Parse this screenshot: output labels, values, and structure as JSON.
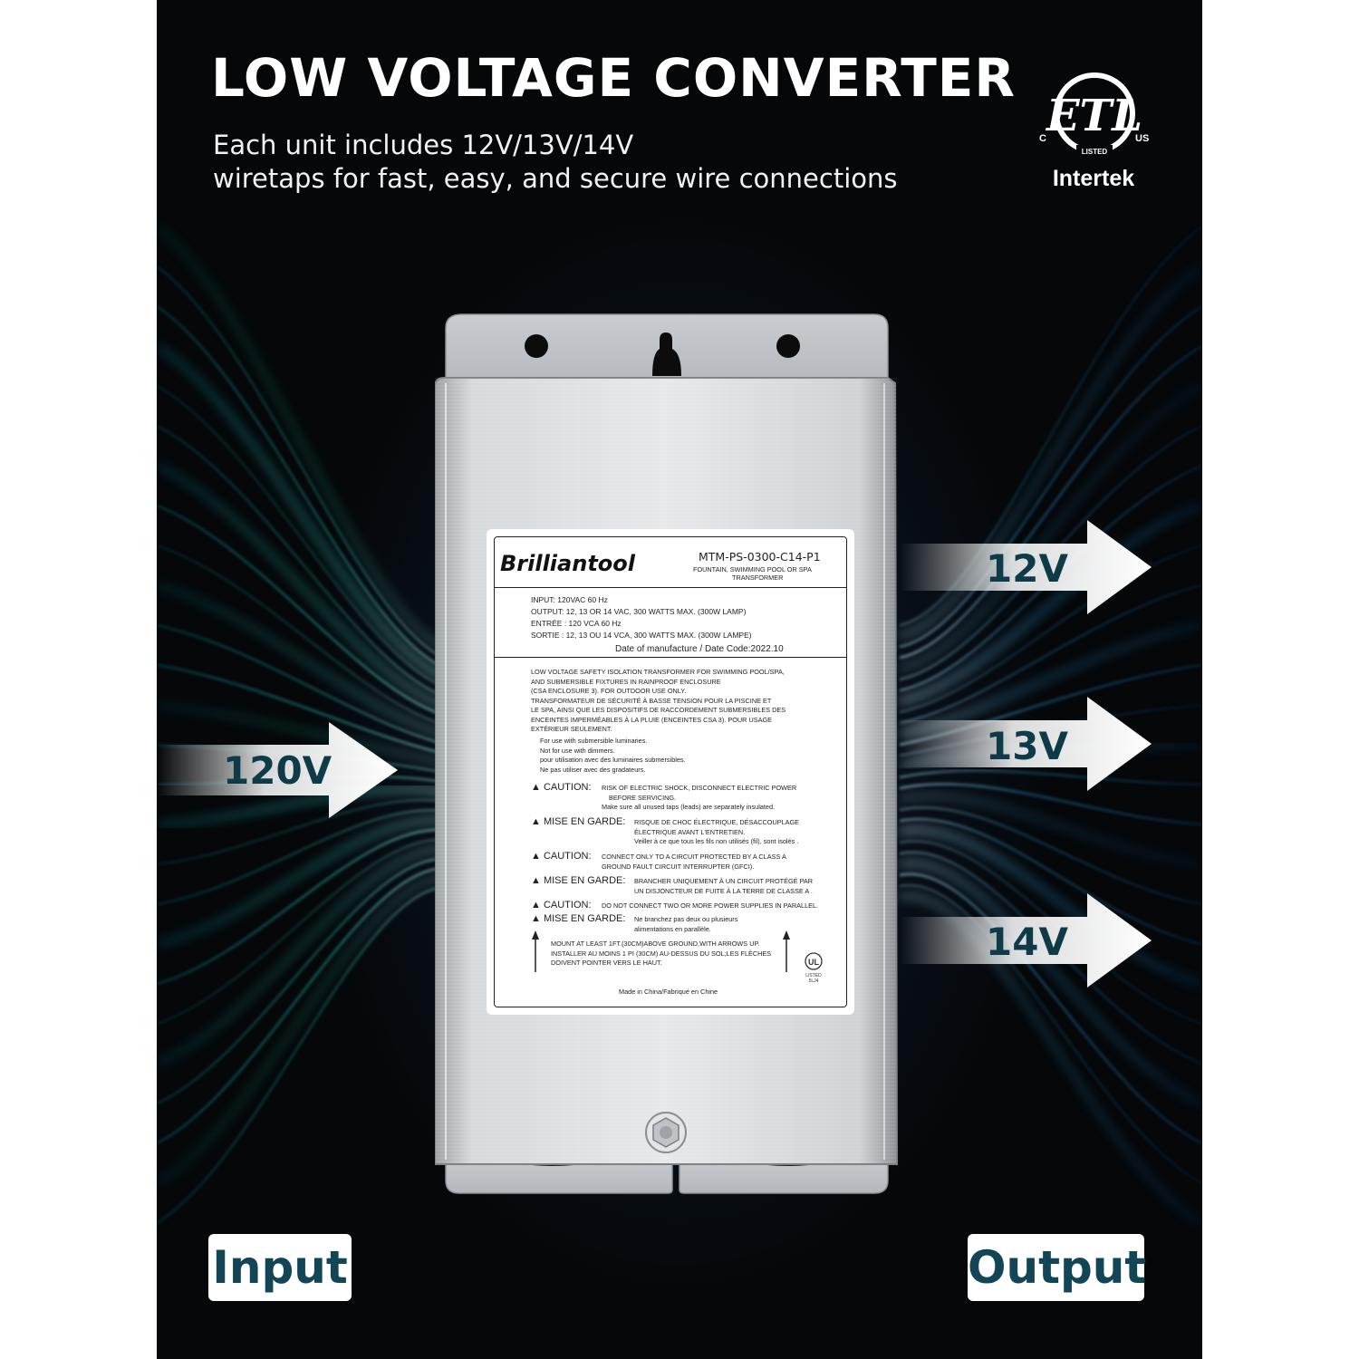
{
  "page": {
    "title": "LOW VOLTAGE CONVERTER",
    "subtitle_line1": "Each unit includes 12V/13V/14V",
    "subtitle_line2": "wiretaps for fast, easy, and secure wire connections"
  },
  "certification": {
    "mark": "ETL",
    "left_mark": "C",
    "right_mark": "US",
    "listed": "LISTED",
    "name": "Intertek"
  },
  "input": {
    "voltage": "120V",
    "label": "Input"
  },
  "outputs": [
    {
      "voltage": "12V"
    },
    {
      "voltage": "13V"
    },
    {
      "voltage": "14V"
    }
  ],
  "output_label": "Output",
  "colors": {
    "background": "#05080b",
    "streak": "#1bb3a8",
    "arrow": "#ffffff",
    "text_dark": "#124556"
  },
  "product_label": {
    "brand": "Brilliantool",
    "model": "MTM-PS-0300-C14-P1",
    "description_line1": "FOUNTAIN, SWIMMING POOL OR SPA",
    "description_line2": "TRANSFORMER",
    "specs": [
      "INPUT: 120VAC 60 Hz",
      "OUTPUT: 12, 13 OR 14 VAC, 300 WATTS MAX.  (300W LAMP)",
      "ENTRÉE : 120 VCA 60 Hz",
      "SORTIE : 12, 13 OU 14 VCA, 300 WATTS MAX. (300W LAMPE)"
    ],
    "date_code": "Date of manufacture / Date Code:2022.10",
    "notice": [
      "LOW VOLTAGE SAFETY ISOLATION TRANSFORMER FOR SWIMMING POOL/SPA,",
      "AND SUBMERSIBLE FIXTURES IN RAINPROOF ENCLOSURE",
      "(CSA ENCLOSURE 3). FOR OUTDOOR USE ONLY.",
      "TRANSFORMATEUR DE SÉCURITÉ À BASSE TENSION POUR LA PISCINE ET",
      "LE SPA, AINSI QUE LES DISPOSITIFS DE RACCORDEMENT SUBMERSIBLES DES",
      "ENCEINTES IMPERMÉABLES À LA PLUIE (ENCEINTES CSA 3). POUR USAGE",
      "EXTÉRIEUR SEULEMENT."
    ],
    "usage": [
      "For use with submersible luminaries.",
      "Not for use with dimmers.",
      "pour utilisation avec des luminaires submersibles.",
      "Ne pas utiliser avec des gradateurs."
    ],
    "warnings": [
      {
        "heading": "▲ CAUTION:",
        "lines": [
          "RISK OF ELECTRIC SHOCK, DISCONNECT ELECTRIC POWER",
          "BEFORE SERVICING.",
          "Make sure all unused taps (leads) are separately insulated."
        ]
      },
      {
        "heading": "▲ MISE EN GARDE:",
        "lines": [
          "RISQUE DE CHOC ÉLECTRIQUE, DÉSACCOUPLAGE",
          "ÉLECTRIQUE AVANT L'ENTRETIEN.",
          "Veiller à ce que tous les fils non utilisés (fil), sont isolés ."
        ]
      },
      {
        "heading": "▲ CAUTION:",
        "lines": [
          "CONNECT ONLY TO A CIRCUIT PROTECTED BY A CLASS A",
          "GROUND FAULT CIRCUIT INTERRUPTER (GFCI)."
        ]
      },
      {
        "heading": "▲ MISE EN GARDE:",
        "lines": [
          "BRANCHER UNIQUEMENT À UN CIRCUIT PROTÉGÉ  PAR",
          "UN  DISJONCTEUR DE FUITE À LA TERRE DE CLASSE  A ."
        ]
      },
      {
        "heading": "▲ CAUTION:",
        "lines": [
          "DO NOT CONNECT TWO OR MORE POWER SUPPLIES IN PARALLEL."
        ]
      },
      {
        "heading": "▲ MISE EN GARDE:",
        "lines": [
          "Ne branchez pas deux ou plusieurs",
          "alimentations en parallèle."
        ]
      }
    ],
    "mounting": [
      "MOUNT AT LEAST 1FT.(30CM)ABOVE GROUND,WITH ARROWS UP.",
      "INSTALLER AU MOINS 1 PI (30CM) AU-DESSUS DU SOL;LES FLÈCHES",
      "DOIVENT POINTER VERS LE HAUT."
    ],
    "ul_mark": "UL",
    "ul_listed": "LISTED",
    "ul_code": "5LJ4",
    "origin": "Made in China/Fabriqué en Chine"
  }
}
